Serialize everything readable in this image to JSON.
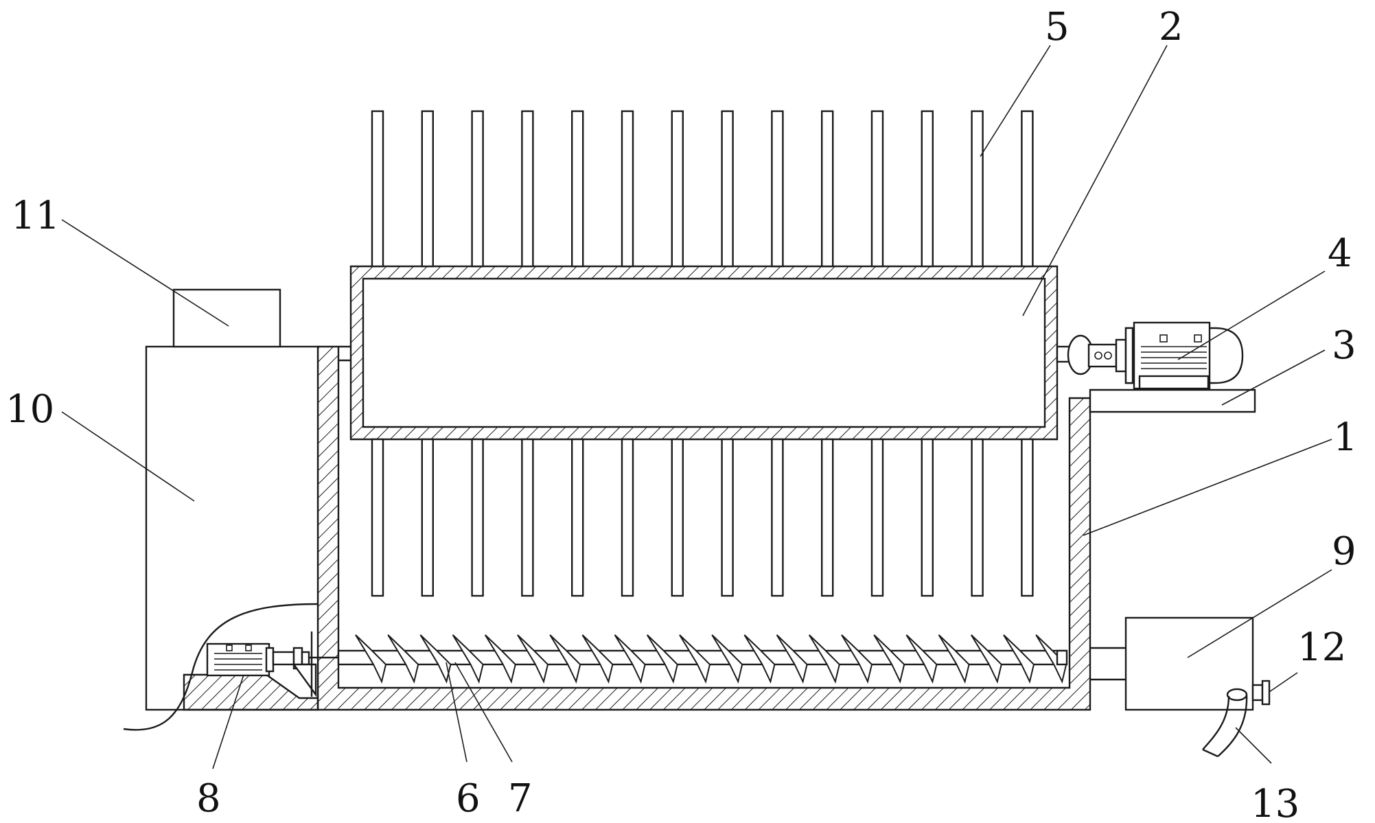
{
  "colors": {
    "line": "#1a1a1a",
    "background": "#ffffff"
  },
  "labels": {
    "l1": "1",
    "l2": "2",
    "l3": "3",
    "l4": "4",
    "l5": "5",
    "l6": "6",
    "l7": "7",
    "l8": "8",
    "l9": "9",
    "l10": "10",
    "l11": "11",
    "l12": "12",
    "l13": "13"
  },
  "drum": {
    "paddles_per_side": 14
  },
  "screw": {
    "flight_count": 22
  }
}
